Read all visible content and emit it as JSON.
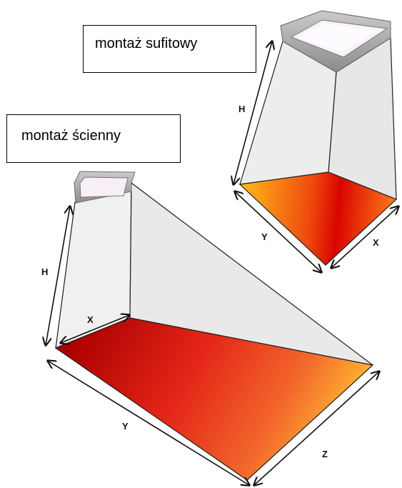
{
  "labels": {
    "ceiling_mount": "montaż sufitowy",
    "wall_mount": "montaż ścienny"
  },
  "dimensions": {
    "ceiling": {
      "height": "H",
      "width_y": "Y",
      "depth_x": "X"
    },
    "wall": {
      "height": "H",
      "depth_x": "X",
      "width_y": "Y",
      "reach_z": "Z"
    }
  },
  "colors": {
    "heat_dark": "#b80000",
    "heat_mid": "#ea2a10",
    "heat_light": "#ffc21a",
    "beam": "#e8e8e8",
    "heater_body": "#a7a7a7"
  }
}
